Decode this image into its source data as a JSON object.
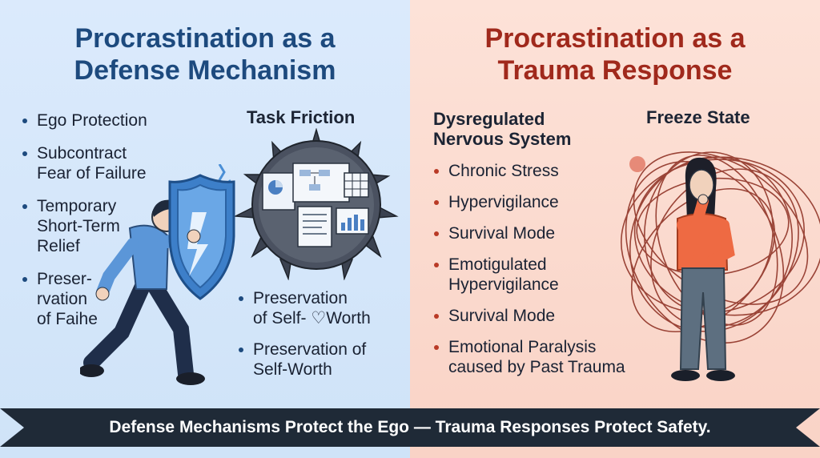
{
  "left": {
    "title_line1": "Procrastination as a",
    "title_line2": "Defense Mechanism",
    "task_friction_label": "Task Friction",
    "bullets": [
      {
        "line1": "Ego Protection"
      },
      {
        "line1": "Subcontract",
        "line2": "Fear of Failure"
      },
      {
        "line1": "Temporary",
        "line2": "Short-Term",
        "line3": "Relief"
      },
      {
        "line1": "Preser-",
        "line2": "rvation",
        "line3": "of Faihe"
      }
    ],
    "mid_bullets": [
      {
        "line1": "Preservation",
        "line2": "of Self- ♡Worth"
      },
      {
        "line1": "Preservation of",
        "line2": "Self-Worth"
      }
    ]
  },
  "right": {
    "title_line1": "Procrastination as a",
    "title_line2": "Trauma Response",
    "subhead_line1": "Dysregulated",
    "subhead_line2": "Nervous System",
    "freeze_label": "Freeze State",
    "bullets": [
      {
        "line1": "Chronic Stress"
      },
      {
        "line1": "Hypervigilance"
      },
      {
        "line1": "Survival Mode"
      },
      {
        "line1": "Emotigulated",
        "line2": "Hypervigilance"
      },
      {
        "line1": "Survival Mode"
      },
      {
        "line1": "Emotional Paralysis",
        "line2": "caused by Past Trauma"
      }
    ]
  },
  "banner": {
    "text": "Defense Mechanisms Protect the Ego — Trauma Responses Protect Safety."
  },
  "colors": {
    "left_title": "#1d4a7e",
    "right_title": "#a0291c",
    "left_bg": "#d6e7fa",
    "right_bg": "#fbdace",
    "banner_bg": "#1f2a37"
  }
}
